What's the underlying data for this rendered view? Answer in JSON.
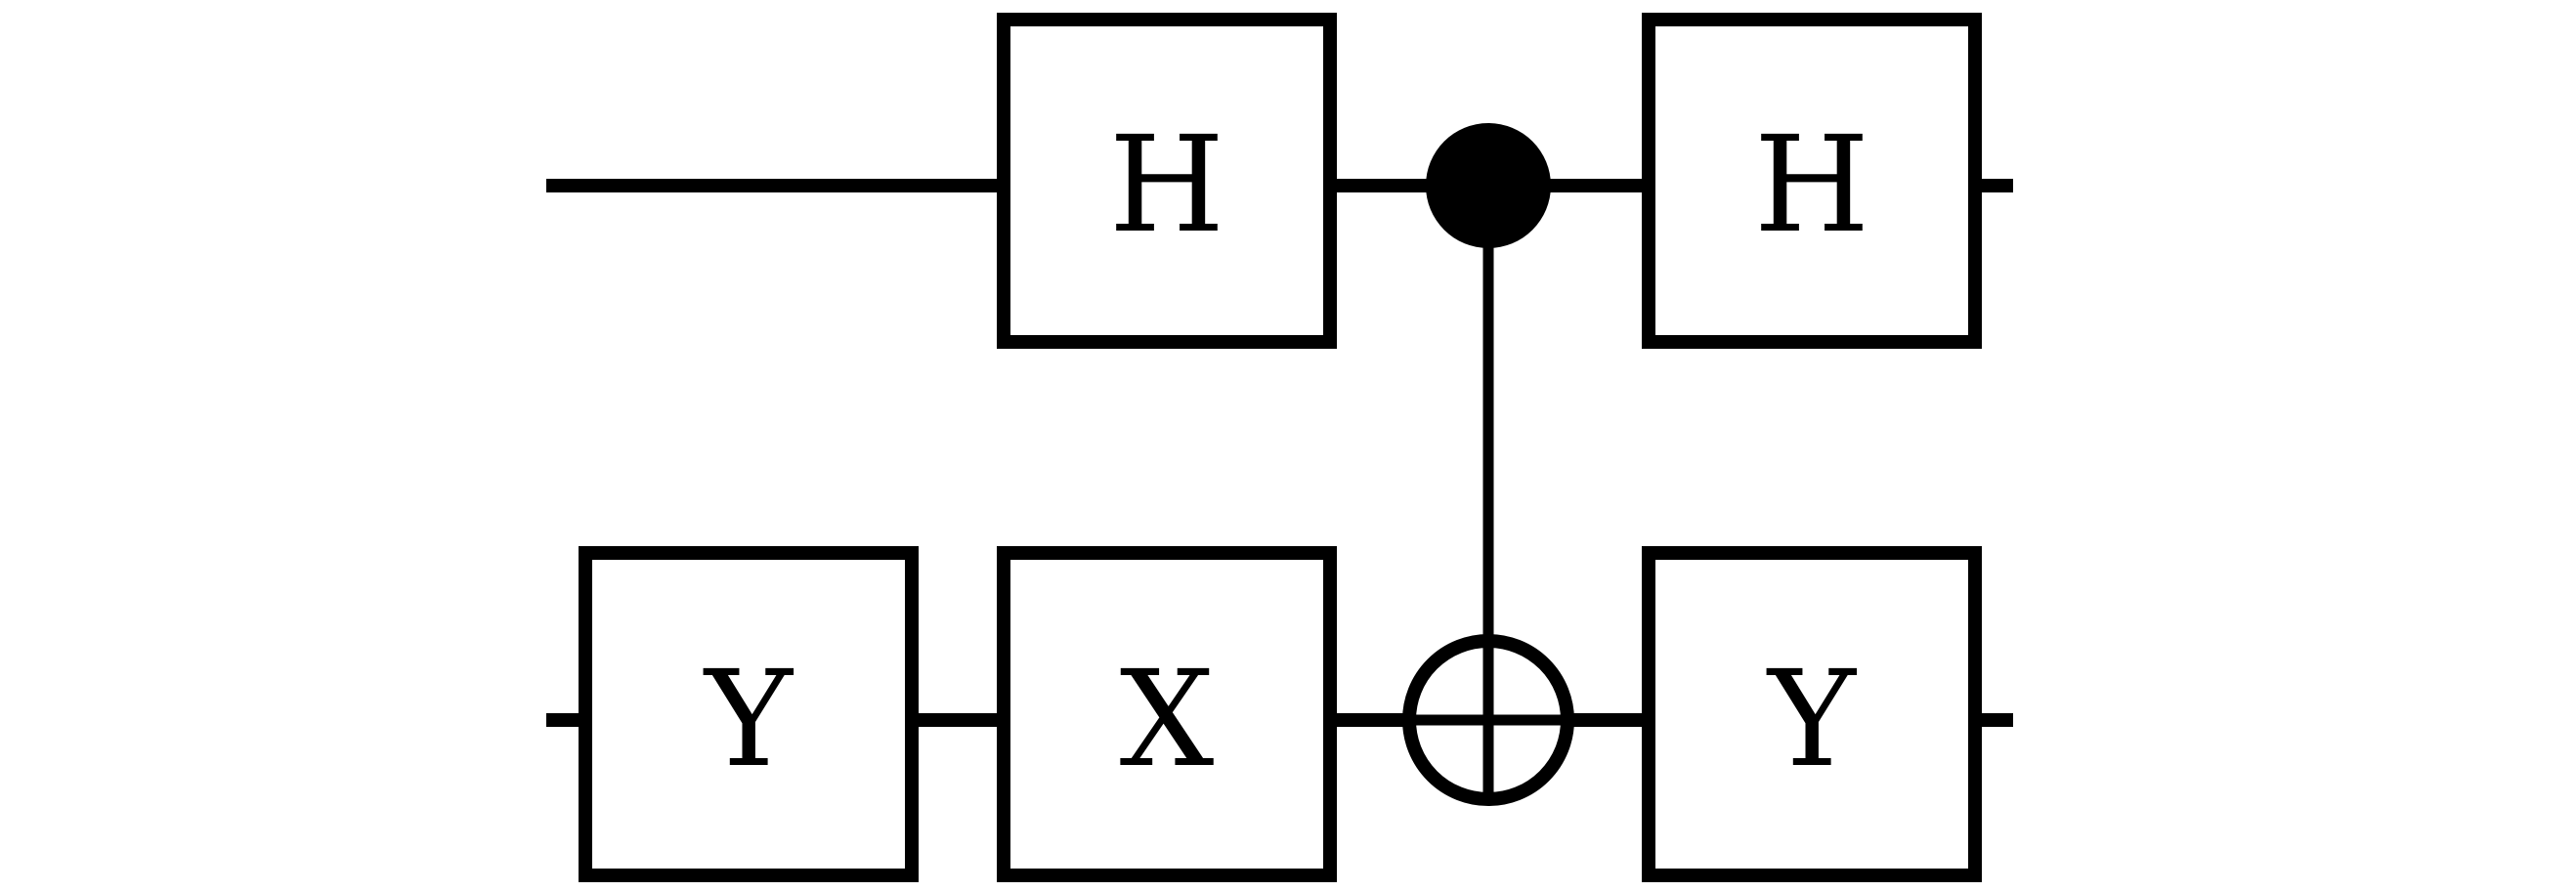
{
  "circuit": {
    "stroke_color": "#000000",
    "background_color": "#ffffff",
    "qubit_count": 2,
    "gates": {
      "q0_h_first": {
        "label": "H"
      },
      "q0_h_second": {
        "label": "H"
      },
      "q1_y_first": {
        "label": "Y"
      },
      "q1_x": {
        "label": "X"
      },
      "q1_y_second": {
        "label": "Y"
      }
    },
    "controlled_gates": [
      {
        "type": "CNOT",
        "control_qubit": 0,
        "target_qubit": 1
      }
    ]
  }
}
